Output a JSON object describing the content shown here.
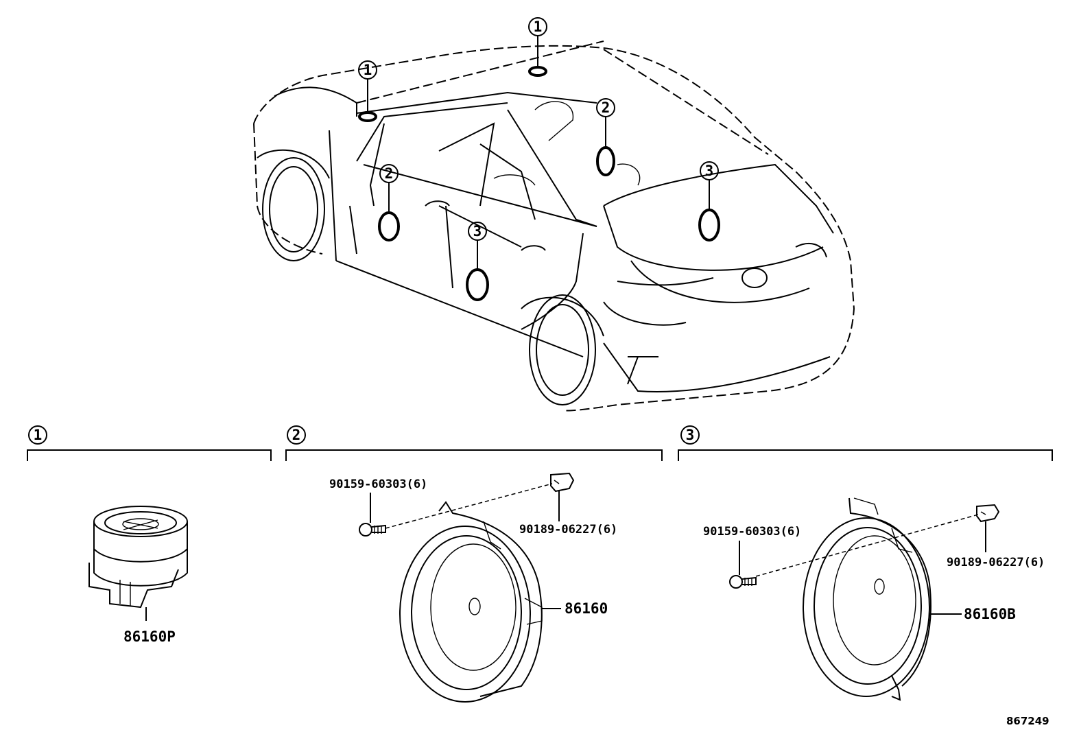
{
  "callouts": {
    "c1": "1",
    "c2": "2",
    "c3": "3"
  },
  "sections": {
    "tweeter": {
      "marker": "1",
      "parts": [
        "86160P"
      ]
    },
    "front_speaker": {
      "marker": "2",
      "screw": "90159-60303(6)",
      "clip": "90189-06227(6)",
      "speaker": "86160"
    },
    "rear_speaker": {
      "marker": "3",
      "screw": "90159-60303(6)",
      "clip": "90189-06227(6)",
      "speaker": "86160B"
    }
  },
  "diagram_ref": "867249"
}
